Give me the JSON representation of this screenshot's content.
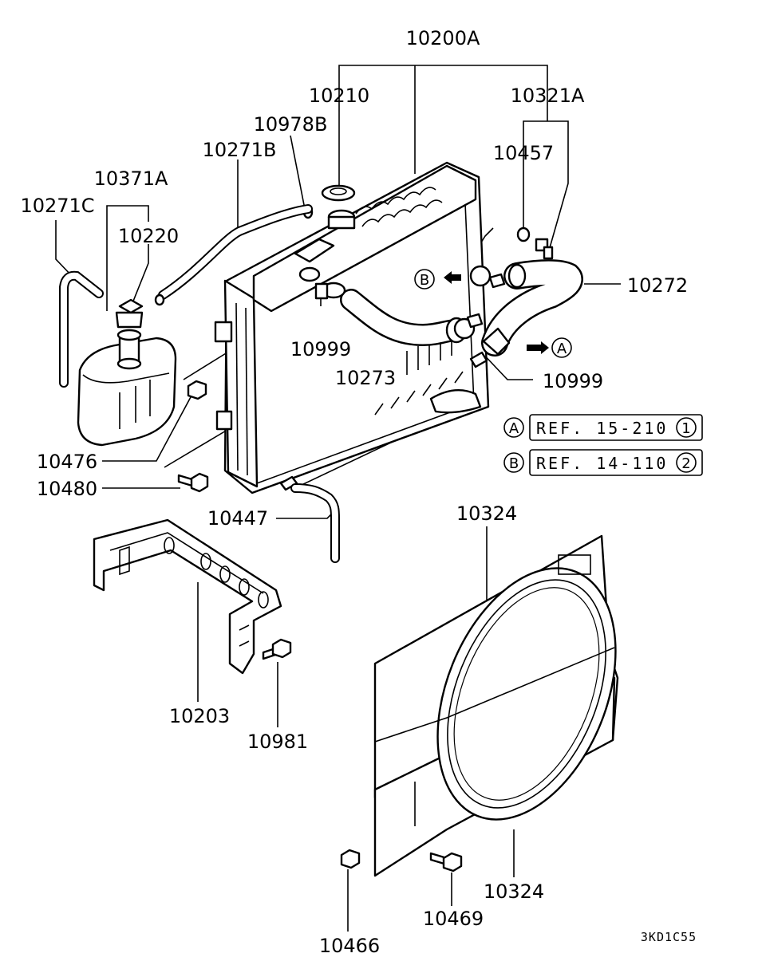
{
  "labels": {
    "p10200A": "10200A",
    "p10210": "10210",
    "p10321A": "10321A",
    "p10978B": "10978B",
    "p10271B": "10271B",
    "p10457": "10457",
    "p10371A": "10371A",
    "p10271C": "10271C",
    "p10220": "10220",
    "p10272": "10272",
    "p10999a": "10999",
    "p10273": "10273",
    "p10999b": "10999",
    "p10476": "10476",
    "p10480": "10480",
    "p10447": "10447",
    "p10324a": "10324",
    "p10203": "10203",
    "p10981": "10981",
    "p10324b": "10324",
    "p10469": "10469",
    "p10466": "10466"
  },
  "references": {
    "a": {
      "letter": "A",
      "text": "REF. 15-210",
      "num": "1"
    },
    "b": {
      "letter": "B",
      "text": "REF. 14-110",
      "num": "2"
    }
  },
  "markers": {
    "a": "A",
    "b": "B"
  },
  "diagram_code": "3KD1C55"
}
